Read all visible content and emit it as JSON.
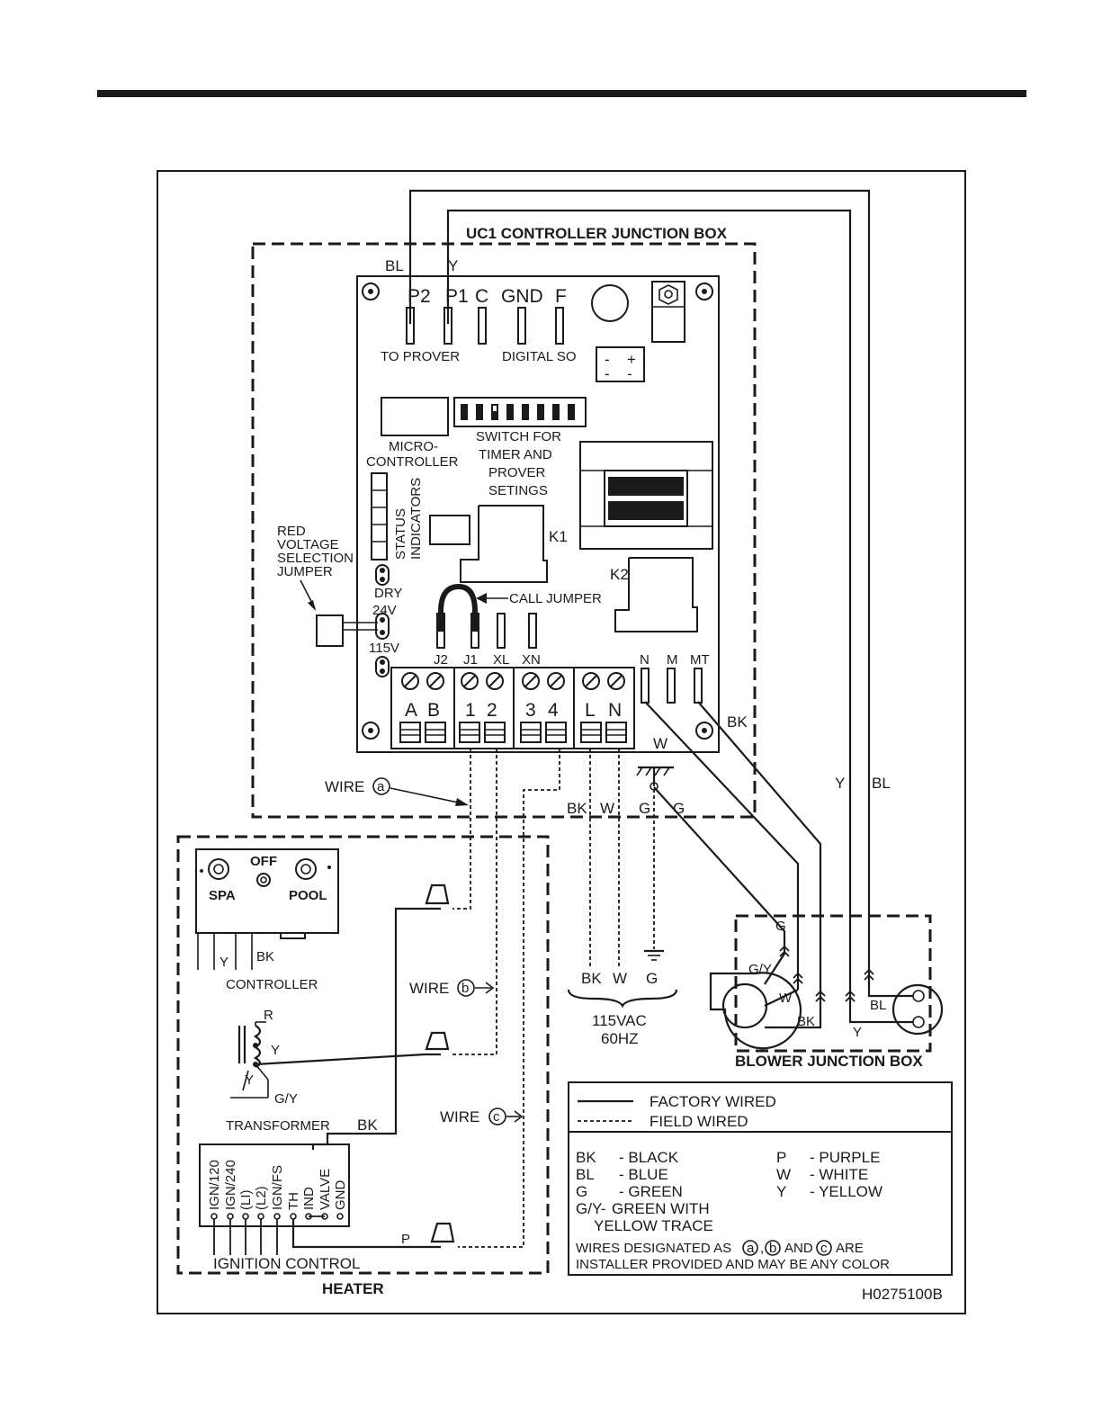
{
  "colors": {
    "ink": "#1a1a1a",
    "paper": "#ffffff"
  },
  "uc1": {
    "title": "UC1 CONTROLLER JUNCTION BOX",
    "wire_bl": "BL",
    "wire_y": "Y",
    "terminals": [
      "P2",
      "P1",
      "C",
      "GND",
      "F"
    ],
    "to_prover": "TO PROVER",
    "digital_so": "DIGITAL SO",
    "minus": "-",
    "plus": "+",
    "micro": [
      "MICRO-",
      "CONTROLLER"
    ],
    "dip_label": [
      "SWITCH FOR",
      "TIMER AND",
      "PROVER",
      "SETINGS"
    ],
    "status": [
      "STATUS",
      "INDICATORS"
    ],
    "k1": "K1",
    "k2": "K2",
    "dry": "DRY",
    "v24": "24V",
    "v115": "115V",
    "red_jumper": [
      "RED",
      "VOLTAGE",
      "SELECTION",
      "JUMPER"
    ],
    "call_jumper": "CALL JUMPER",
    "pins": [
      "J2",
      "J1",
      "XL",
      "XN"
    ],
    "nmm": [
      "N",
      "M",
      "MT"
    ],
    "tb": [
      "A",
      "B",
      "1",
      "2",
      "3",
      "4",
      "L",
      "N"
    ],
    "bk": "BK",
    "w": "W"
  },
  "field": {
    "wire_word": "WIRE",
    "a": "a",
    "b": "b",
    "c": "c",
    "bk": "BK",
    "w": "W",
    "g": "G",
    "y": "Y",
    "bl": "BL",
    "p": "P",
    "supply": [
      "115VAC",
      "60HZ"
    ]
  },
  "heater": {
    "title": "HEATER",
    "off": "OFF",
    "spa": "SPA",
    "pool": "POOL",
    "y": "Y",
    "bk": "BK",
    "controller": "CONTROLLER",
    "r": "R",
    "gy": "G/Y",
    "transformer": "TRANSFORMER",
    "ign_pins": [
      "IGN/120",
      "IGN/240",
      "(LI)",
      "(L2)",
      "IGN/FS",
      "TH",
      "IND",
      "VALVE",
      "GND"
    ],
    "ignition": "IGNITION CONTROL"
  },
  "blower": {
    "title": "BLOWER JUNCTION BOX",
    "g": "G",
    "gy": "G/Y",
    "w": "W",
    "bk": "BK",
    "y": "Y",
    "bl": "BL"
  },
  "legend": {
    "factory": "FACTORY WIRED",
    "field": "FIELD WIRED",
    "left": [
      {
        "code": "BK",
        "desc": "- BLACK"
      },
      {
        "code": "BL",
        "desc": "- BLUE"
      },
      {
        "code": "G",
        "desc": "- GREEN"
      },
      {
        "code": "G/Y-",
        "desc": "GREEN WITH"
      }
    ],
    "trace": "YELLOW TRACE",
    "right": [
      {
        "code": "P",
        "desc": "- PURPLE"
      },
      {
        "code": "W",
        "desc": "- WHITE"
      },
      {
        "code": "Y",
        "desc": "- YELLOW"
      }
    ],
    "note1_pre": "WIRES DESIGNATED AS",
    "note1_and": "AND",
    "note1_post": "ARE",
    "note_a": "a",
    "note_b": "b",
    "note_c": "c",
    "note2": "INSTALLER PROVIDED AND MAY BE ANY COLOR"
  },
  "drawing_id": "H0275100B"
}
